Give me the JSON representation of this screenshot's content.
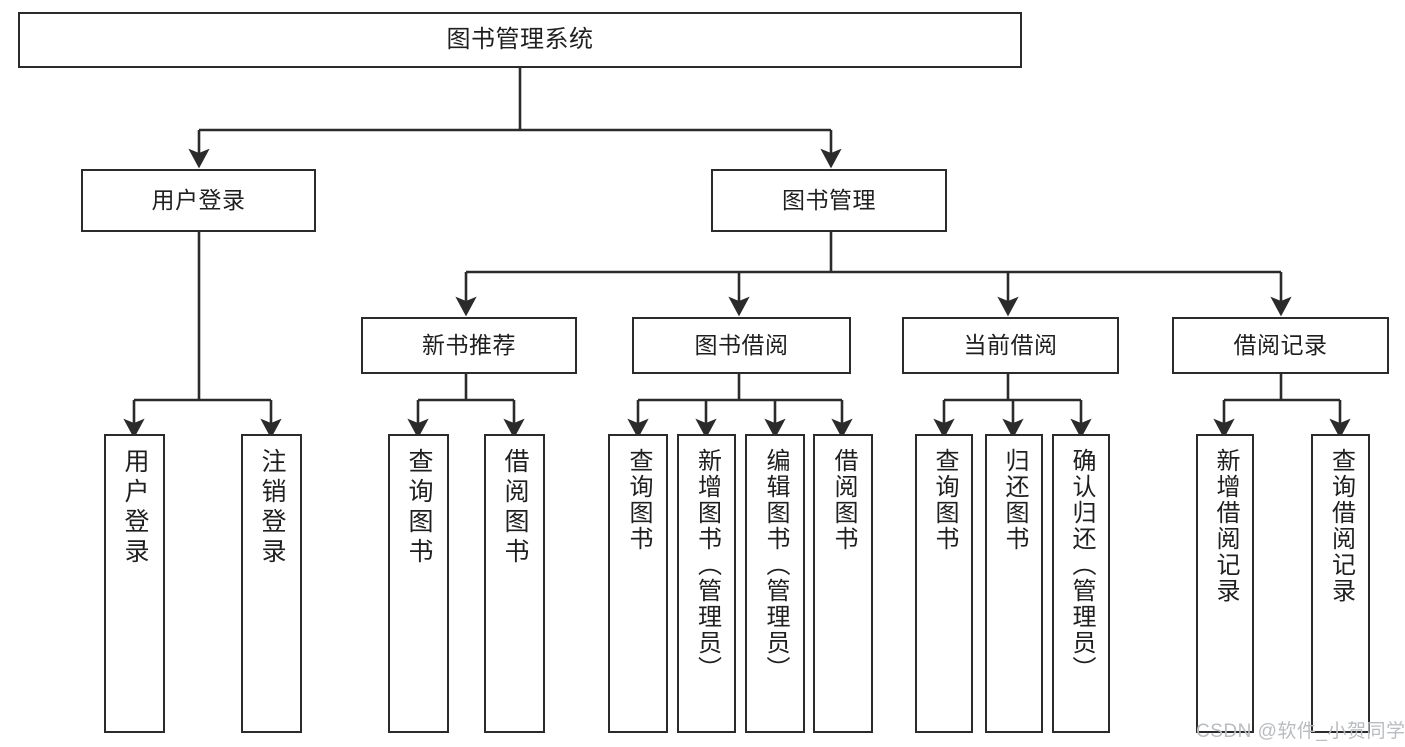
{
  "diagram": {
    "title": "图书管理系统",
    "type": "hierarchy-tree",
    "stroke_color": "#2b2b2b",
    "text_color": "#1f1f1f",
    "background_color": "#ffffff",
    "root": {
      "label": "图书管理系统"
    },
    "level2": [
      {
        "label": "用户登录"
      },
      {
        "label": "图书管理"
      }
    ],
    "level3": [
      {
        "label": "新书推荐"
      },
      {
        "label": "图书借阅"
      },
      {
        "label": "当前借阅"
      },
      {
        "label": "借阅记录"
      }
    ],
    "leaves": {
      "user_login": [
        {
          "label": "用户登录"
        },
        {
          "label": "注销登录"
        }
      ],
      "new_book_recommend": [
        {
          "label": "查询图书"
        },
        {
          "label": "借阅图书"
        }
      ],
      "book_borrow": [
        {
          "label": "查询图书"
        },
        {
          "label": "新增图书（管理员）"
        },
        {
          "label": "编辑图书（管理员）"
        },
        {
          "label": "借阅图书"
        }
      ],
      "current_borrow": [
        {
          "label": "查询图书"
        },
        {
          "label": "归还图书"
        },
        {
          "label": "确认归还（管理员）"
        }
      ],
      "borrow_record": [
        {
          "label": "新增借阅记录"
        },
        {
          "label": "查询借阅记录"
        }
      ]
    }
  },
  "watermark": {
    "text": "CSDN @软件_小贺同学"
  }
}
